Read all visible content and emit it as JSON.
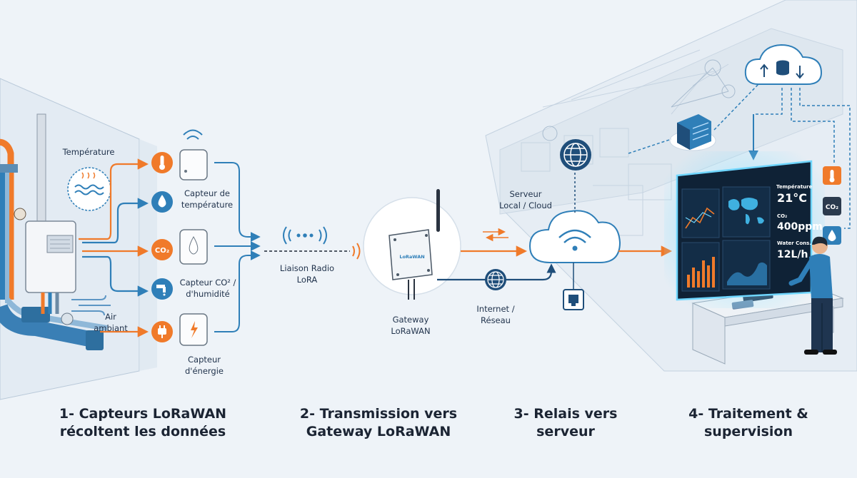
{
  "labels": {
    "temperature_title": "Température",
    "sensor_temp": [
      "Capteur de",
      "température"
    ],
    "sensor_co2": [
      "Capteur CO² /",
      "d'humidité"
    ],
    "air": [
      "Air",
      "ambiant"
    ],
    "sensor_energy": [
      "Capteur",
      "d'énergie"
    ],
    "radio": [
      "Liaison Radio",
      "LoRA"
    ],
    "gateway": [
      "Gateway",
      "LoRaWAN"
    ],
    "internet": [
      "Internet /",
      "Réseau"
    ],
    "server": [
      "Serveur",
      "Local / Cloud"
    ]
  },
  "icons": {
    "co2": "CO₂",
    "gateway_brand": "LoRaWAN"
  },
  "dashboard": {
    "temp_label": "Température",
    "temp_value": "21°C",
    "co2_label": "CO₂",
    "co2_value": "400ppm",
    "water_label": "Water Cons...",
    "water_value": "12L/h",
    "side_co2": "CO₂"
  },
  "steps": [
    [
      "1- Capteurs LoRaWAN",
      "récoltent les données"
    ],
    [
      "2- Transmission vers",
      "Gateway LoRaWAN"
    ],
    [
      "3- Relais vers",
      "serveur"
    ],
    [
      "4- Traitement &",
      "supervision"
    ]
  ],
  "colors": {
    "orange": "#f07a2a",
    "blue": "#2f7fb8",
    "navy": "#1f4e7a",
    "screen": "#0f2236",
    "glow": "#6fd6ff"
  }
}
